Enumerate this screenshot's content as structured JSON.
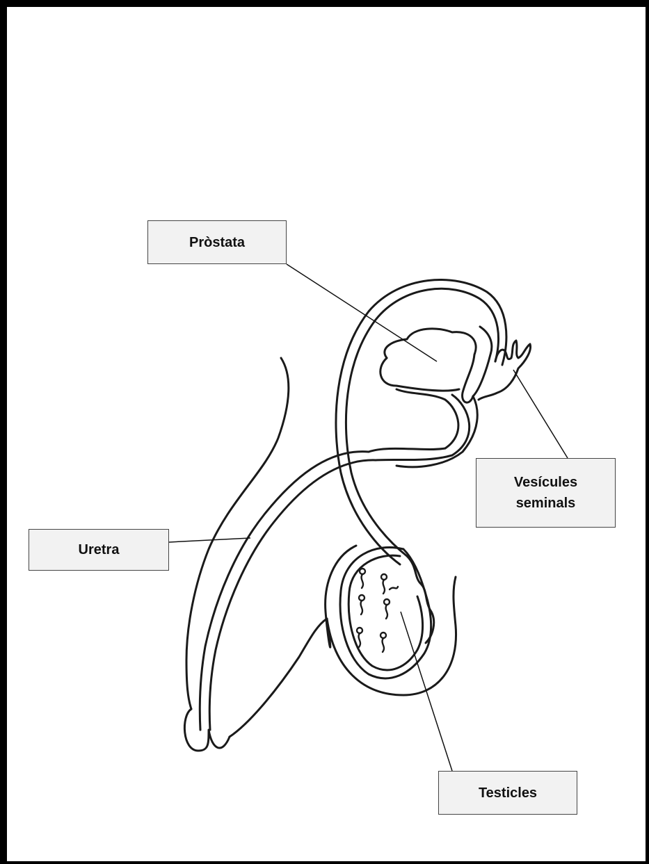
{
  "labels": {
    "prostata": "Pròstata",
    "vesicules_line1": "Vesícules",
    "vesicules_line2": "seminals",
    "uretra": "Uretra",
    "testicles": "Testicles"
  },
  "colors": {
    "ink": "#1a1a1a",
    "label_fill": "#f2f2f2",
    "frame": "#000000"
  }
}
